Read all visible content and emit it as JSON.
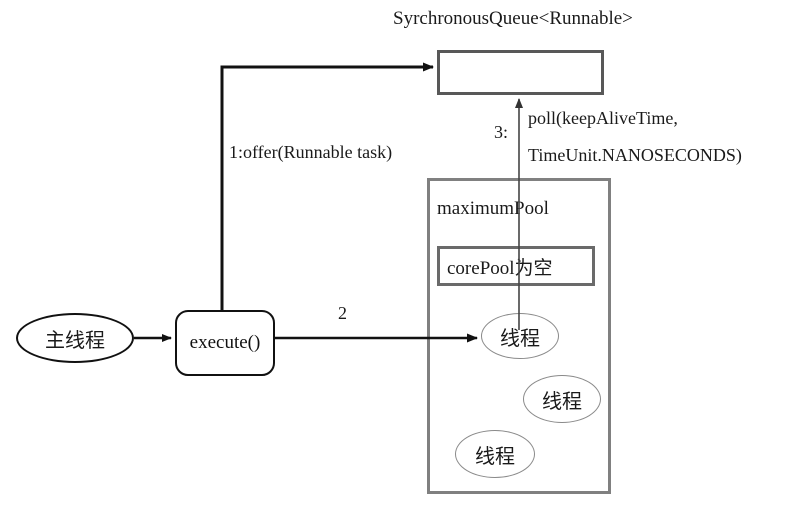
{
  "diagram": {
    "queue": {
      "title": "SyrchronousQueue<Runnable>",
      "content": ""
    },
    "pool": {
      "label": "maximumPool",
      "corepool_label": "corePool为空"
    },
    "nodes": {
      "main_thread": "主线程",
      "execute": "execute()",
      "thread_a": "线程",
      "thread_b": "线程",
      "thread_c": "线程"
    },
    "edges": {
      "offer_label": "1:offer(Runnable task)",
      "execute_to_thread_label": "2",
      "poll_index": "3:",
      "poll_label_line1": "poll(keepAliveTime,",
      "poll_label_line2": "TimeUnit.NANOSECONDS)"
    },
    "colors": {
      "stroke_dark": "#111111",
      "stroke_queue": "#585858",
      "stroke_pool": "#808080",
      "stroke_corepool": "#6a6a6a",
      "stroke_ellipse_light": "#8a8a8a",
      "background": "#ffffff",
      "text": "#1a1a1a"
    }
  }
}
